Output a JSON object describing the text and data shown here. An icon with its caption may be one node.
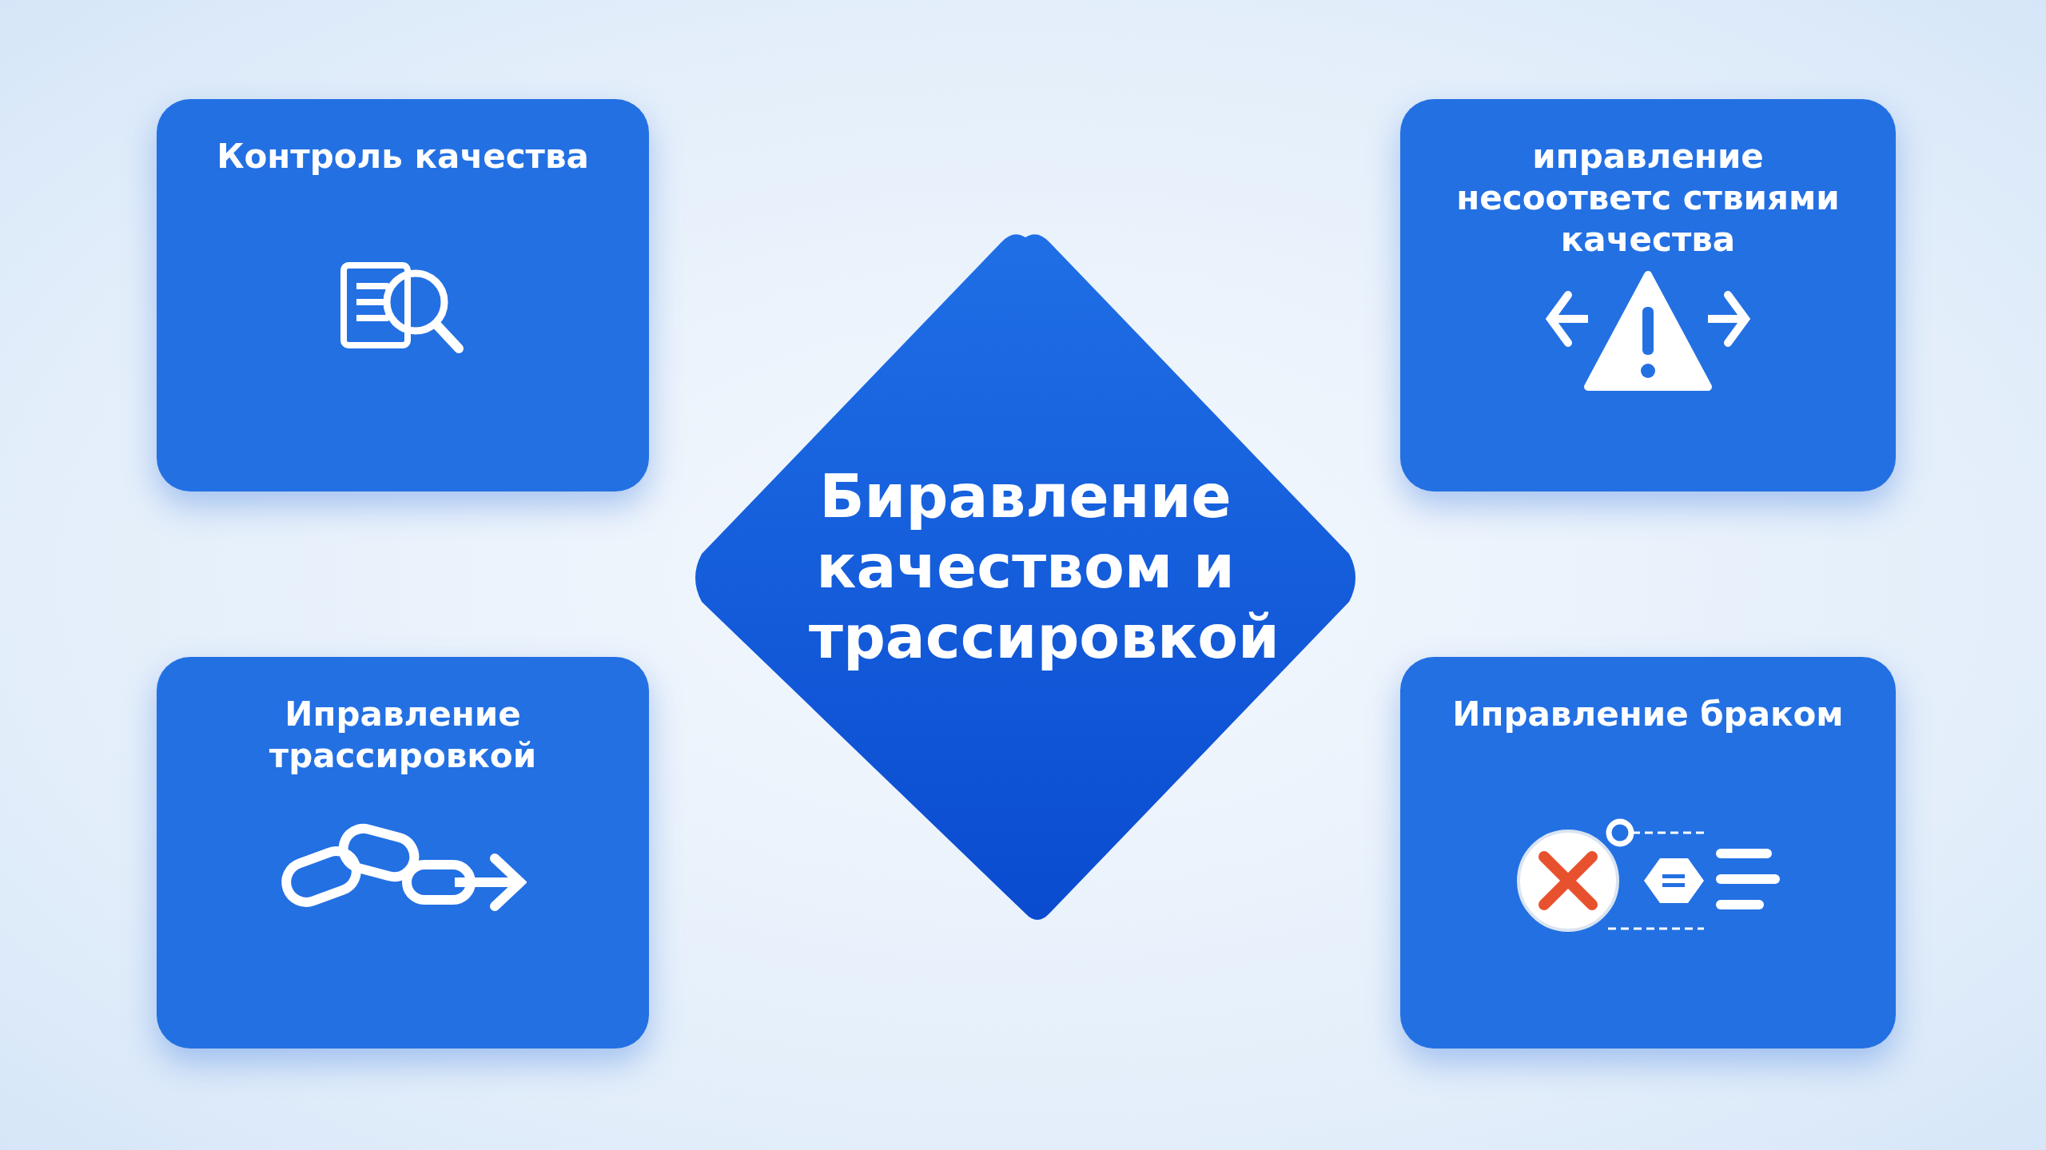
{
  "diagram": {
    "nodes": [
      {
        "text": [
          "Контроль качества"
        ]
      },
      {
        "text": [
          "иправление несоответс ствиями качества"
        ]
      },
      {
        "text": [
          "Биравление качеством и трассировкой"
        ]
      },
      {
        "text": [
          "Иправление трассировкой"
        ]
      },
      {
        "text": [
          "Иправление браком"
        ]
      }
    ],
    "edges": []
  }
}
